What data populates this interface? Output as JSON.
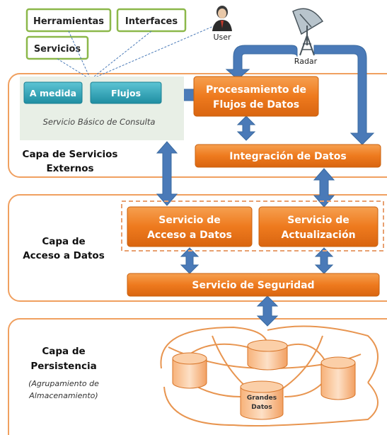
{
  "tools": {
    "herramientas": "Herramientas",
    "interfaces": "Interfaces",
    "servicios": "Servicios"
  },
  "user_label": "User",
  "radar_label": "Radar",
  "services_layer": {
    "label_line1": "Capa de Servicios",
    "label_line2": "Externos",
    "a_medida": "A medida",
    "flujos": "Flujos",
    "basic_service_caption": "Servicio Básico de Consulta",
    "stream_processing_line1": "Procesamiento de",
    "stream_processing_line2": "Flujos de Datos",
    "data_integration": "Integración de Datos"
  },
  "access_layer": {
    "label_line1": "Capa de",
    "label_line2": "Acceso a Datos",
    "data_access_line1": "Servicio de",
    "data_access_line2": "Acceso a Datos",
    "update_line1": "Servicio de",
    "update_line2": "Actualización",
    "security": "Servicio de Seguridad"
  },
  "persistence_layer": {
    "label_line1": "Capa de",
    "label_line2": "Persistencia",
    "caption_line1": "(Agrupamiento de",
    "caption_line2": "Almacenamiento)",
    "big_data_line1": "Grandes",
    "big_data_line2": "Datos"
  },
  "colors": {
    "layer_border": "#f0a060",
    "orange_box": "#ee7a1e",
    "teal_box": "#2aa0b4",
    "arrow_blue": "#4a7ab8",
    "tool_border": "#8cb84a",
    "basic_service_bg": "#e8efe6"
  }
}
